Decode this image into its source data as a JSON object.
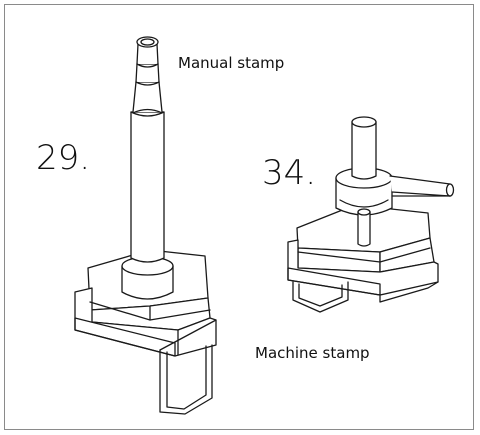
{
  "labels": {
    "manual": "Manual stamp",
    "machine": "Machine stamp",
    "num_manual": "29.",
    "num_machine": "34."
  },
  "colors": {
    "line": "#1a1a1a",
    "frame": "#8a8a8a",
    "background": "#ffffff"
  }
}
